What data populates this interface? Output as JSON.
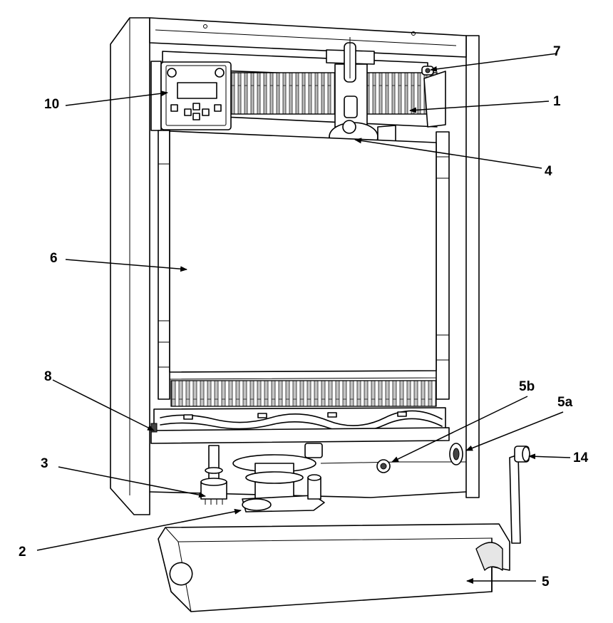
{
  "callouts": {
    "c1": "1",
    "c2": "2",
    "c3": "3",
    "c4": "4",
    "c5": "5",
    "c5a": "5a",
    "c5b": "5b",
    "c6": "6",
    "c7": "7",
    "c8": "8",
    "c10": "10",
    "c14": "14"
  }
}
